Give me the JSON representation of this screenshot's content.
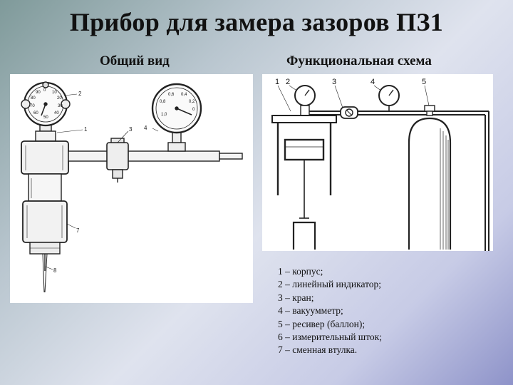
{
  "title": "Прибор для замера зазоров ПЗ1",
  "left_heading": "Общий вид",
  "right_heading": "Функциональная схема",
  "general_view": {
    "callouts": [
      "1",
      "2",
      "3",
      "4",
      "7",
      "8"
    ],
    "indicator_dial": [
      "0",
      "10",
      "20",
      "30",
      "40",
      "50",
      "60",
      "70",
      "80",
      "90"
    ],
    "vacuum_dial": [
      "0,6",
      "0,4",
      "0,8",
      "0,2",
      "1,0",
      "0"
    ]
  },
  "schema": {
    "callouts": [
      "1",
      "2",
      "3",
      "4",
      "5"
    ]
  },
  "legend": [
    "1 – корпус;",
    "2 – линейный индикатор;",
    "3 – кран;",
    "4 – вакуумметр;",
    "5 – ресивер (баллон);",
    "6 – измерительный шток;",
    "7 – сменная втулка."
  ]
}
